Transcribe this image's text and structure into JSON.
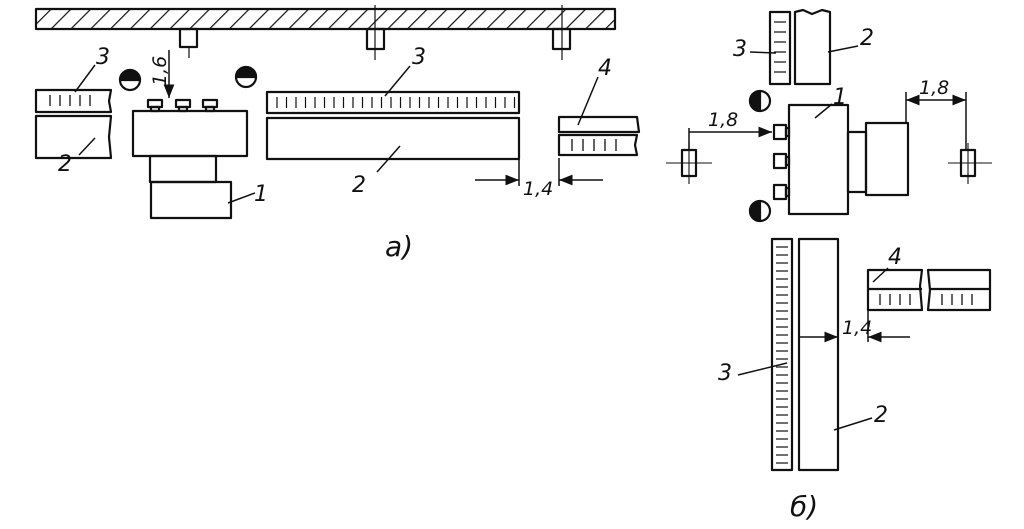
{
  "labels": {
    "machine": "1",
    "table": "2",
    "rack": "3",
    "conveyor": "4",
    "caption_a": "а)",
    "caption_b": "б)"
  },
  "dimensions": {
    "d_1_6": "1,6",
    "d_1_4": "1,4",
    "d_1_8": "1,8"
  }
}
